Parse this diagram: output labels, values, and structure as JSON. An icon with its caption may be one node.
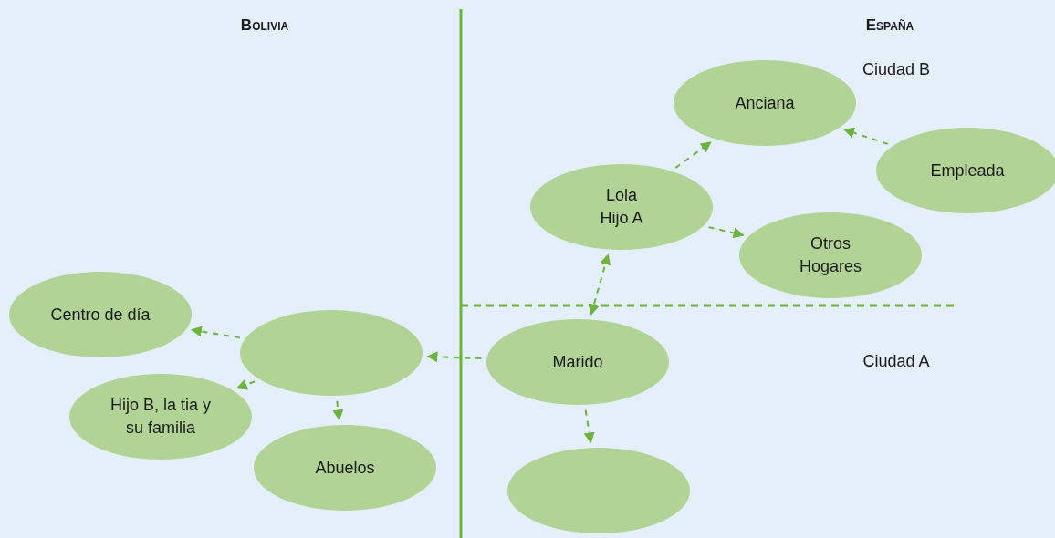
{
  "diagram": {
    "nodes": [
      {
        "text": [
          "Anciana"
        ]
      },
      {
        "text": [
          "Empleada"
        ]
      },
      {
        "text": [
          "Lola",
          "Hijo A"
        ]
      },
      {
        "text": [
          "Otros Hogares"
        ]
      },
      {
        "text": [
          "Centro de día"
        ]
      },
      {
        "text": [],
        "shape": "ellipse"
      },
      {
        "text": [
          "Marido"
        ]
      },
      {
        "text": [
          "Hijo B, la tia y su familia"
        ]
      },
      {
        "text": [
          "Abuelos"
        ]
      },
      {
        "text": [],
        "shape": "ellipse"
      }
    ],
    "edges": [
      {
        "from": 2,
        "to": 0,
        "arrow": "to"
      },
      {
        "from": 1,
        "to": 0,
        "arrow": "to"
      },
      {
        "from": 2,
        "to": 3,
        "arrow": "to"
      },
      {
        "from": 6,
        "to": 2,
        "arrow": "both"
      },
      {
        "from": 6,
        "to": 5,
        "arrow": "to"
      },
      {
        "from": 5,
        "to": 4,
        "arrow": "to"
      },
      {
        "from": 5,
        "to": 7,
        "arrow": "to"
      },
      {
        "from": 5,
        "to": 8,
        "arrow": "to"
      },
      {
        "from": 6,
        "to": 9,
        "arrow": "to"
      }
    ],
    "labels": [
      "Bolivia",
      "España",
      "Ciudad B",
      "Ciudad A"
    ]
  }
}
